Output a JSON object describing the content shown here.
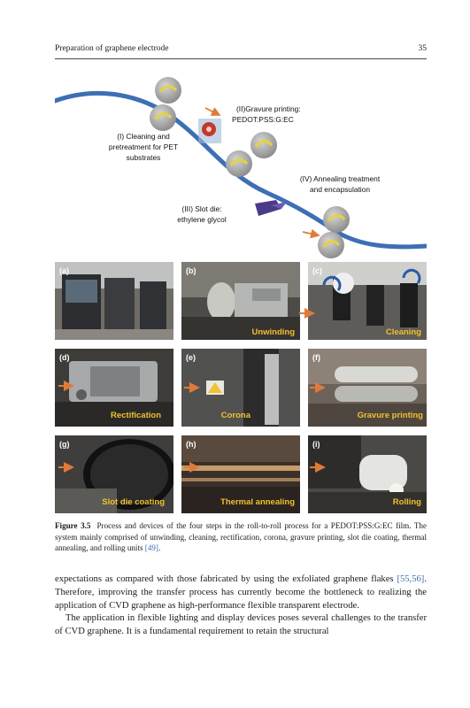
{
  "header": {
    "running_title": "Preparation of graphene electrode",
    "page_number": "35"
  },
  "diagram": {
    "step1_line1": "(I) Cleaning and",
    "step1_line2": "pretreatment for PET",
    "step1_line3": "substrates",
    "step2_line1": "(II)Gravure printing:",
    "step2_line2": "PEDOT:PSS:G:EC",
    "step3_line1": "(III) Slot die:",
    "step3_line2": "ethylene glycol",
    "step4_line1": "(IV) Annealing treatment",
    "step4_line2": "and encapsulation",
    "colors": {
      "web": "#3d6fb5",
      "roller": "#a9a9a9",
      "arrow": "#e07a3a",
      "swirl": "#e8d23a",
      "nozzle": "#4b3a8a"
    }
  },
  "photos": [
    {
      "letter": "(a)",
      "tag": ""
    },
    {
      "letter": "(b)",
      "tag": "Unwinding"
    },
    {
      "letter": "(c)",
      "tag": "Cleaning"
    },
    {
      "letter": "(d)",
      "tag": "Rectification"
    },
    {
      "letter": "(e)",
      "tag": "Corona"
    },
    {
      "letter": "(f)",
      "tag": "Gravure printing"
    },
    {
      "letter": "(g)",
      "tag": "Slot die coating"
    },
    {
      "letter": "(h)",
      "tag": "Thermal annealing"
    },
    {
      "letter": "(i)",
      "tag": "Rolling"
    }
  ],
  "caption": {
    "label": "Figure 3.5",
    "text": "Process and devices of the four steps in the roll-to-roll process for a PEDOT:PSS:G:EC film. The system mainly comprised of unwinding, cleaning, rectification, corona, gravure printing, slot die coating, thermal annealing, and rolling units",
    "ref": "[49]",
    "end": "."
  },
  "body": {
    "p1_a": "expectations as compared with those fabricated by using the exfoliated graphene flakes",
    "p1_ref": "[55,56]",
    "p1_b": ". Therefore, improving the transfer process has currently become the bottleneck to realizing the application of CVD graphene as high-performance flexible transparent electrode.",
    "p2": "The application in flexible lighting and display devices poses several challenges to the transfer of CVD graphene. It is a fundamental requirement to retain the structural"
  }
}
